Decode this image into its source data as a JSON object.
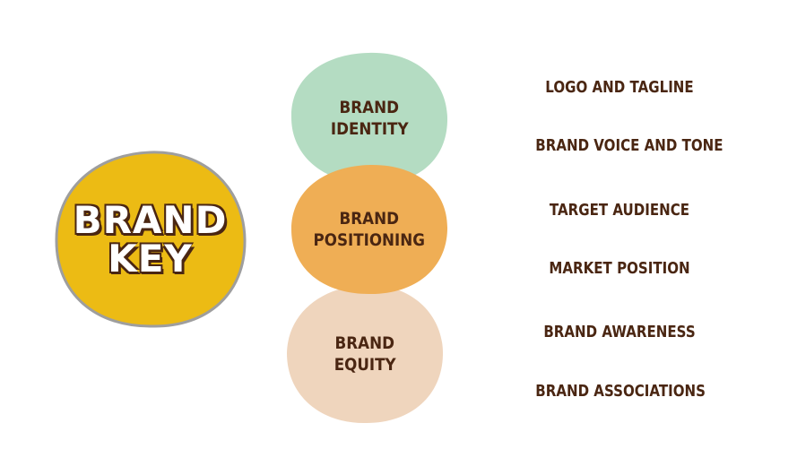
{
  "key": {
    "line1": "BRAND",
    "line2": "KEY",
    "color": "#ecbb14",
    "outline": "#9e9e9e"
  },
  "pillars": [
    {
      "line1": "BRAND",
      "line2": "IDENTITY",
      "color": "#b4dcc2"
    },
    {
      "line1": "BRAND",
      "line2": "POSITIONING",
      "color": "#efae55"
    },
    {
      "line1": "BRAND",
      "line2": "EQUITY",
      "color": "#efd5bd"
    }
  ],
  "items": [
    "LOGO AND TAGLINE",
    "BRAND VOICE AND TONE",
    "TARGET AUDIENCE",
    "MARKET POSITION",
    "BRAND AWARENESS",
    "BRAND ASSOCIATIONS"
  ],
  "text_color": "#4a2612"
}
